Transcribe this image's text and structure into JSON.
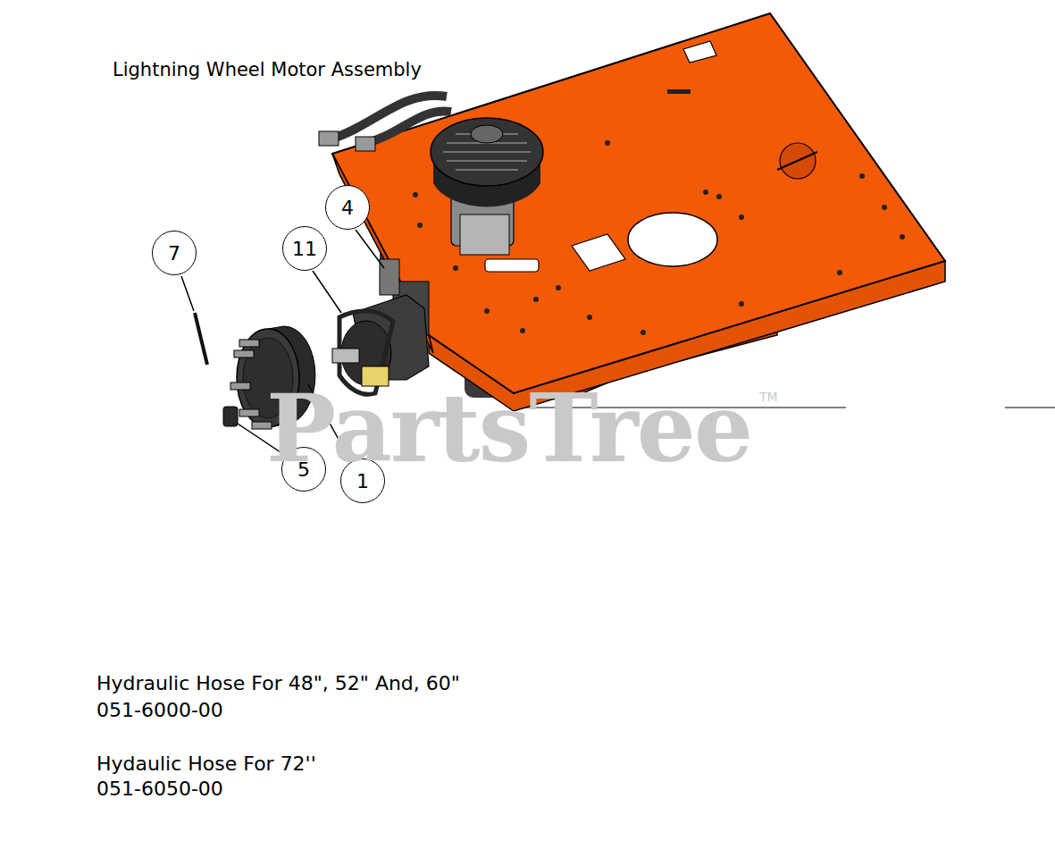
{
  "diagram": {
    "title": "Lightning Wheel Motor Assembly",
    "nodes": [
      {
        "text": [
          "4"
        ]
      },
      {
        "text": [
          "7"
        ]
      },
      {
        "text": [
          "11"
        ]
      },
      {
        "text": [
          "5"
        ]
      },
      {
        "text": [
          "1"
        ]
      }
    ],
    "labels": [
      "Hydraulic Hose For 48\", 52\" And, 60\"",
      "051-6000-00",
      "Hydaulic Hose For 72''",
      "051-6050-00",
      "PartsTree",
      "TM"
    ]
  }
}
